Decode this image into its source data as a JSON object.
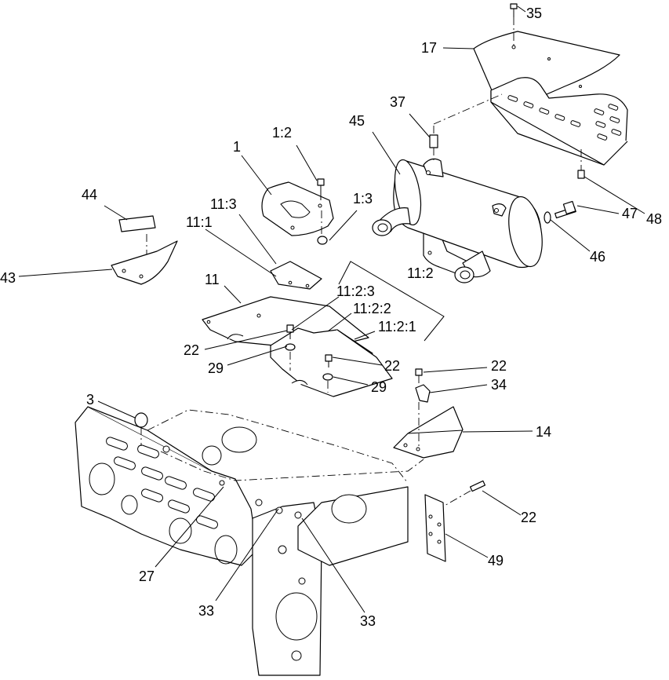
{
  "callouts": [
    {
      "id": "35",
      "label": "35"
    },
    {
      "id": "17",
      "label": "17"
    },
    {
      "id": "37",
      "label": "37"
    },
    {
      "id": "45",
      "label": "45"
    },
    {
      "id": "1-2",
      "label": "1:2"
    },
    {
      "id": "1",
      "label": "1"
    },
    {
      "id": "1-3",
      "label": "1:3"
    },
    {
      "id": "44",
      "label": "44"
    },
    {
      "id": "11-3",
      "label": "11:3"
    },
    {
      "id": "11-1",
      "label": "11:1"
    },
    {
      "id": "43",
      "label": "43"
    },
    {
      "id": "11",
      "label": "11"
    },
    {
      "id": "11-2",
      "label": "11:2"
    },
    {
      "id": "11-2-3",
      "label": "11:2:3"
    },
    {
      "id": "11-2-2",
      "label": "11:2:2"
    },
    {
      "id": "11-2-1",
      "label": "11:2:1"
    },
    {
      "id": "22-a",
      "label": "22"
    },
    {
      "id": "29-a",
      "label": "29"
    },
    {
      "id": "22-b",
      "label": "22"
    },
    {
      "id": "29-b",
      "label": "29"
    },
    {
      "id": "22-c",
      "label": "22"
    },
    {
      "id": "34",
      "label": "34"
    },
    {
      "id": "14",
      "label": "14"
    },
    {
      "id": "3",
      "label": "3"
    },
    {
      "id": "48",
      "label": "48"
    },
    {
      "id": "47",
      "label": "47"
    },
    {
      "id": "46",
      "label": "46"
    },
    {
      "id": "22-d",
      "label": "22"
    },
    {
      "id": "49",
      "label": "49"
    },
    {
      "id": "27",
      "label": "27"
    },
    {
      "id": "33-a",
      "label": "33"
    },
    {
      "id": "33-b",
      "label": "33"
    }
  ]
}
